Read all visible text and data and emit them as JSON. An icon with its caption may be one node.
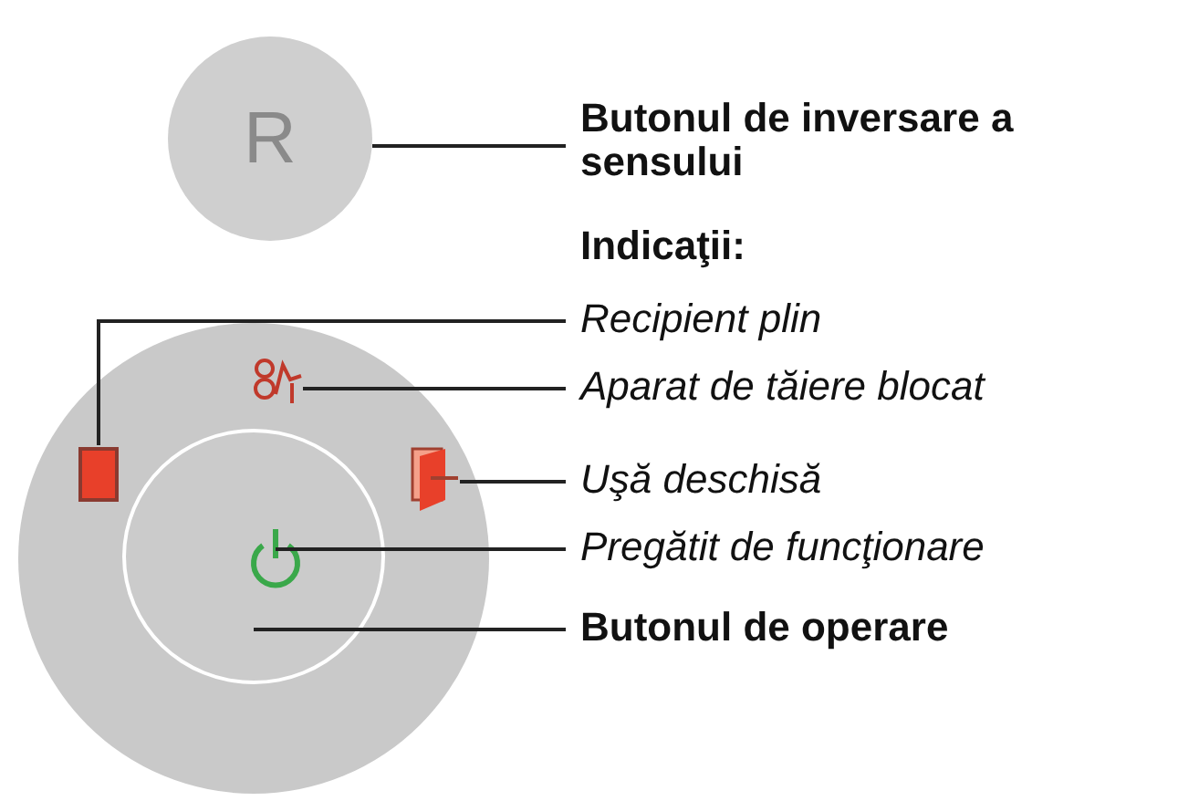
{
  "diagram": {
    "nodes": [
      {
        "text": [
          "R"
        ]
      },
      {
        "text": [
          "Butonul de inversare a sensului"
        ]
      },
      {
        "text": [
          "Recipient plin"
        ]
      },
      {
        "text": [
          "Aparat de tăiere blocat"
        ]
      },
      {
        "text": [
          "Uşă deschisă"
        ]
      },
      {
        "text": [
          "Pregătit de funcţionare"
        ]
      },
      {
        "text": [
          "Butonul de operare"
        ]
      },
      {
        "text": [],
        "shape": "circle"
      },
      {
        "text": [],
        "shape": "box",
        "in": 7
      },
      {
        "text": [],
        "shape": "blade",
        "in": 7
      },
      {
        "text": [],
        "shape": "door",
        "in": 7
      },
      {
        "text": [],
        "shape": "circle",
        "in": 7
      },
      {
        "text": [],
        "shape": "circle",
        "in": 11
      }
    ],
    "edges": [
      {
        "from": 1,
        "to": 0,
        "arrow": "none"
      },
      {
        "from": 2,
        "to": 8,
        "arrow": "none"
      },
      {
        "from": 3,
        "to": 9,
        "arrow": "none"
      },
      {
        "from": 4,
        "to": 10,
        "arrow": "none"
      },
      {
        "from": 5,
        "to": 12,
        "arrow": "none"
      },
      {
        "from": 6,
        "to": 11,
        "arrow": "none"
      }
    ],
    "labels": [
      "Indicaţii:"
    ]
  }
}
